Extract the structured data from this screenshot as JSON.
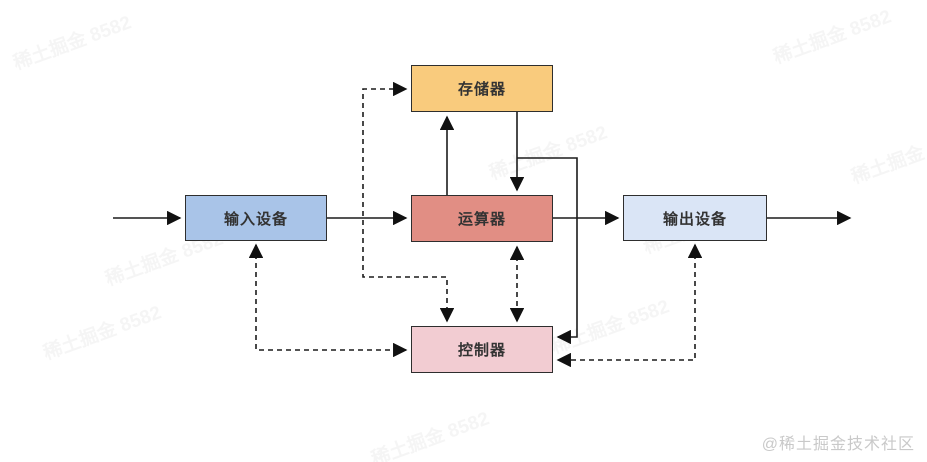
{
  "diagram": {
    "nodes": [
      {
        "id": "memory",
        "label": "存储器",
        "fill": "#F9CB7D"
      },
      {
        "id": "input-device",
        "label": "输入设备",
        "fill": "#A9C4E8"
      },
      {
        "id": "alu",
        "label": "运算器",
        "fill": "#E18E84"
      },
      {
        "id": "output-device",
        "label": "输出设备",
        "fill": "#DAE5F6"
      },
      {
        "id": "controller",
        "label": "控制器",
        "fill": "#F2CCD2"
      }
    ],
    "edges": [
      {
        "from": "external-left",
        "to": "input-device",
        "style": "solid",
        "direction": "one-way"
      },
      {
        "from": "input-device",
        "to": "alu",
        "style": "solid",
        "direction": "one-way"
      },
      {
        "from": "alu",
        "to": "output-device",
        "style": "solid",
        "direction": "one-way"
      },
      {
        "from": "output-device",
        "to": "external-right",
        "style": "solid",
        "direction": "one-way"
      },
      {
        "from": "alu",
        "to": "memory",
        "style": "solid",
        "direction": "one-way"
      },
      {
        "from": "memory",
        "to": "alu",
        "style": "solid",
        "direction": "one-way"
      },
      {
        "from": "memory",
        "to": "controller",
        "style": "solid",
        "direction": "one-way"
      },
      {
        "from": "controller",
        "to": "memory",
        "style": "dashed",
        "direction": "two-way"
      },
      {
        "from": "controller",
        "to": "alu",
        "style": "dashed",
        "direction": "two-way"
      },
      {
        "from": "controller",
        "to": "input-device",
        "style": "dashed",
        "direction": "two-way"
      },
      {
        "from": "controller",
        "to": "output-device",
        "style": "dashed",
        "direction": "two-way"
      }
    ],
    "line_color": "#1c1c1c"
  },
  "watermarks": {
    "corner": "@稀土掘金技术社区",
    "tiled": "稀土掘金 8582"
  }
}
